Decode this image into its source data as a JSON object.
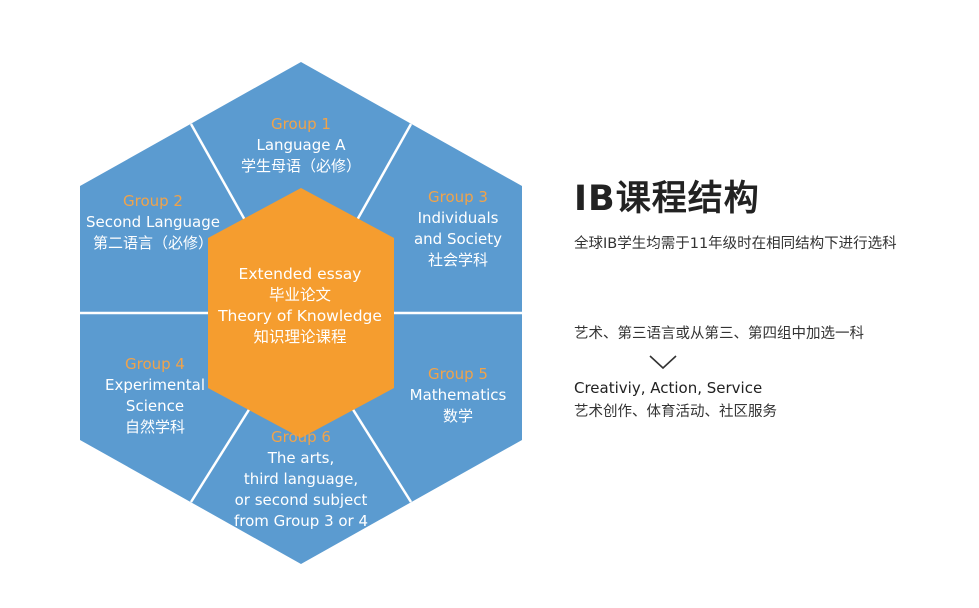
{
  "colors": {
    "blue": "#5b9bd0",
    "orange": "#f59d2f",
    "group_label": "#f0a34a",
    "divider": "#ffffff"
  },
  "hexagon": {
    "core": [
      "Extended essay",
      "毕业论文",
      "Theory of Knowledge",
      "知识理论课程"
    ],
    "groups": [
      {
        "label": "Group 1",
        "lines": [
          "Language A",
          "学生母语（必修）"
        ]
      },
      {
        "label": "Group 2",
        "lines": [
          "Second Language",
          "第二语言（必修）"
        ]
      },
      {
        "label": "Group 3",
        "lines": [
          "Individuals",
          "and Society",
          "社会学科"
        ]
      },
      {
        "label": "Group 4",
        "lines": [
          "Experimental",
          "Science",
          "自然学科"
        ]
      },
      {
        "label": "Group 5",
        "lines": [
          "Mathematics",
          "数学"
        ]
      },
      {
        "label": "Group 6",
        "lines": [
          "The arts,",
          "third language,",
          "or second subject",
          "from Group 3 or 4"
        ]
      }
    ]
  },
  "panel": {
    "title": "IB课程结构",
    "subtitle": "全球IB学生均需于11年级时在相同结构下进行选科",
    "elective_note": "艺术、第三语言或从第三、第四组中加选一科",
    "arrow_icon": "chevron-down-icon",
    "cas_en": "Creativiy, Action, Service",
    "cas_cn": "艺术创作、体育活动、社区服务"
  }
}
